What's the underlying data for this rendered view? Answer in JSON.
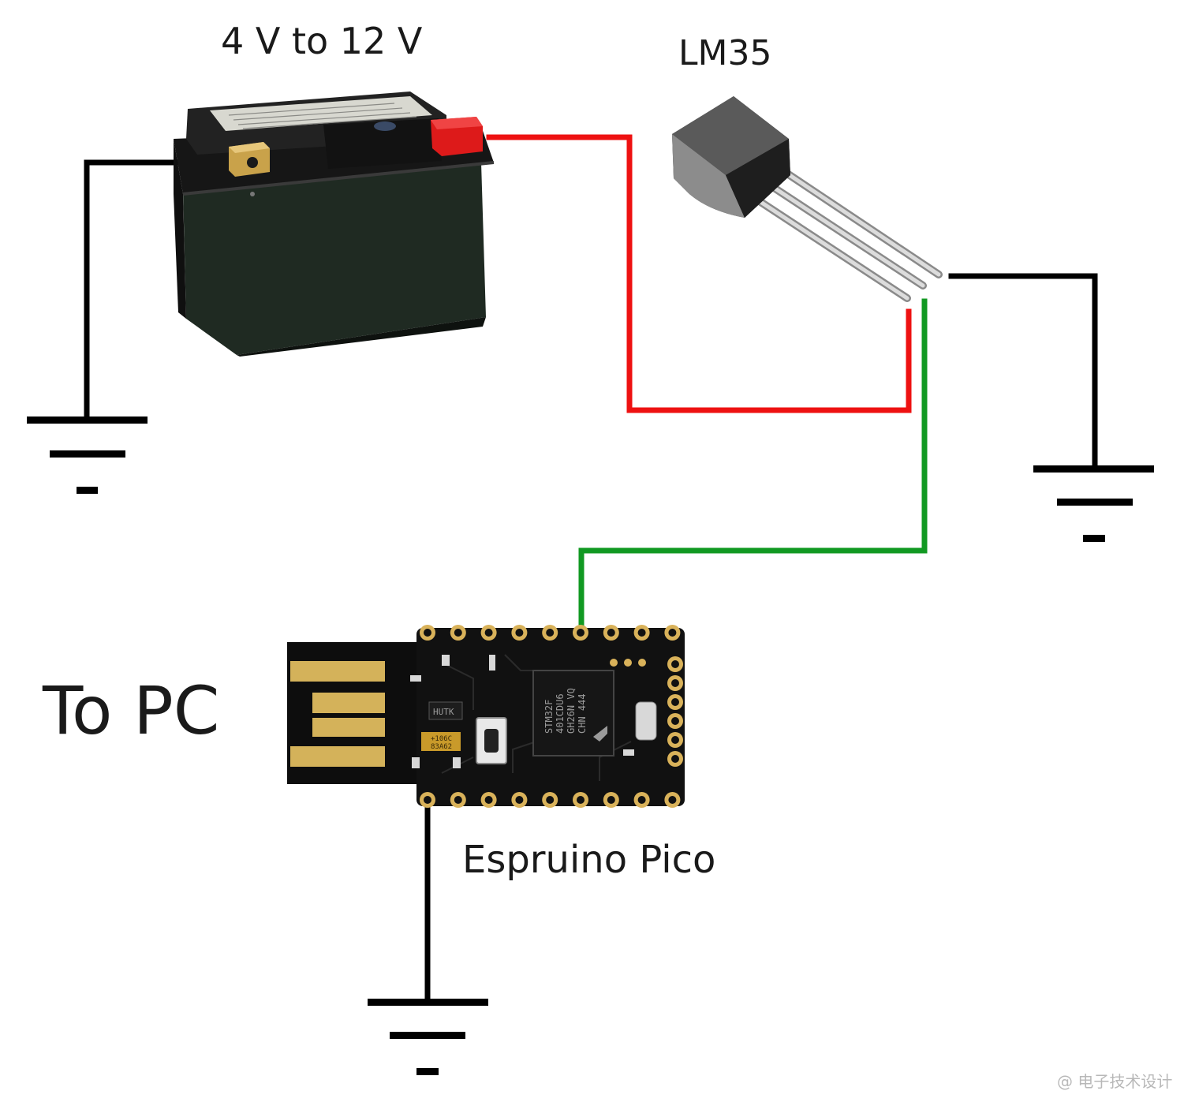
{
  "labels": {
    "battery_voltage": "4 V to 12 V",
    "sensor_name": "LM35",
    "board_name": "Espruino Pico",
    "usb_target": "To PC",
    "watermark": "@ 电子技术设计"
  },
  "board_markings": {
    "mcu_line1": "STM32F",
    "mcu_line2": "401CDU6",
    "mcu_line3": "GH26N VQ",
    "mcu_line4": "CHN 444",
    "ic_small": "HUTK",
    "cap_line1": "+106C",
    "cap_line2": "83A62"
  },
  "colors": {
    "background": "#ffffff",
    "wire_black": "#000000",
    "wire_red": "#ee1111",
    "wire_green": "#119922",
    "battery_body": "#1f2a22",
    "battery_lid": "#1b1b1b",
    "positive_terminal": "#dd1a1a",
    "negative_terminal": "#c9a24a",
    "sensor_body": "#2a2a2a",
    "sensor_leads": "#c8c8c8",
    "pcb": "#111111",
    "pad_gold": "#d9b25a"
  },
  "icons": {
    "ground_symbol": "ground-icon",
    "battery": "battery-icon",
    "sensor": "to92-sensor-icon",
    "board": "pcb-board-icon"
  }
}
